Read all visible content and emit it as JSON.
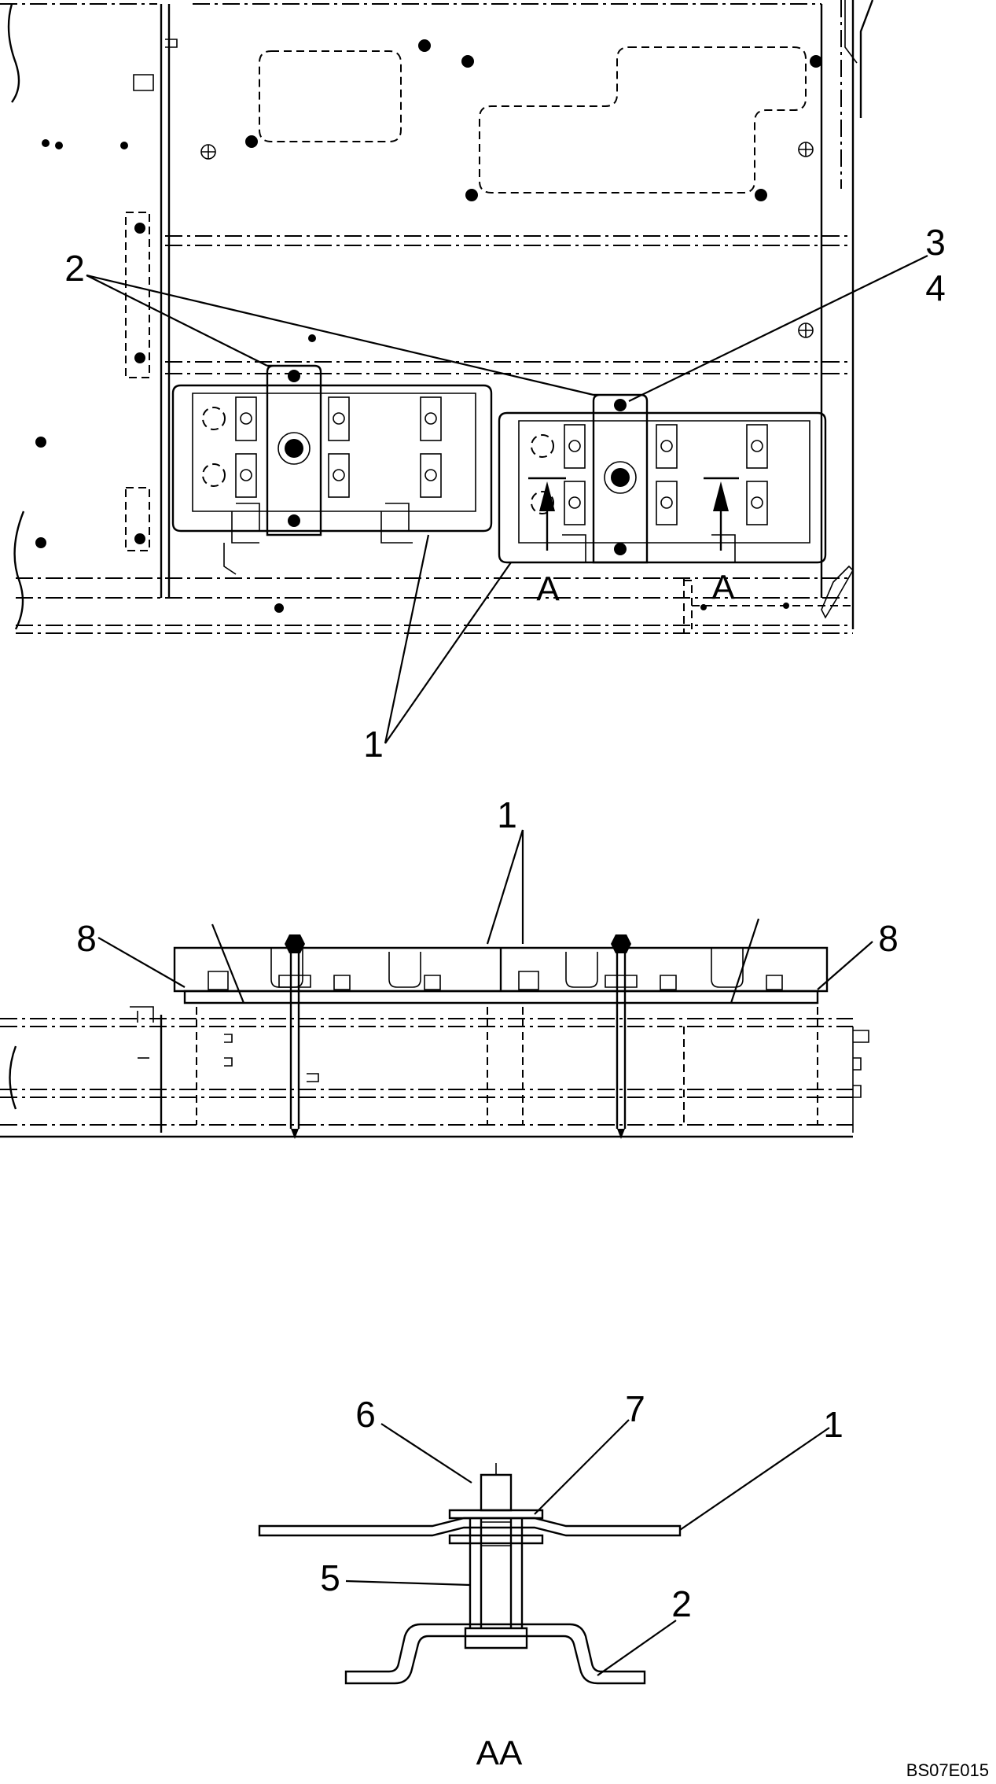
{
  "callouts": {
    "c1_top": "1",
    "c2_top": "2",
    "c3": "3",
    "c4": "4",
    "c1_mid": "1",
    "c8_left": "8",
    "c8_right": "8",
    "c6": "6",
    "c7": "7",
    "c1_detail": "1",
    "c5": "5",
    "c2_detail": "2"
  },
  "section_marks": {
    "a_left": "A",
    "a_right": "A",
    "detail_label": "AA"
  },
  "drawing_code": "BS07E015"
}
